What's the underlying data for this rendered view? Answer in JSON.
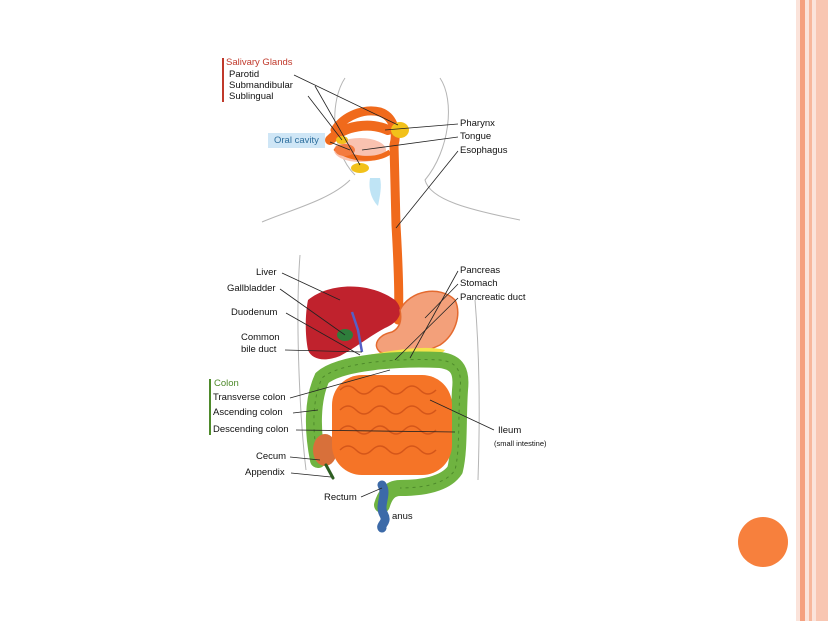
{
  "colors": {
    "stripe_light": "#fbe3da",
    "stripe_accent": "#f5a07f",
    "circle": "#f7803d",
    "salivary_header": "#c0392b",
    "colon_header": "#4e8a2b",
    "oral_bg": "#cfe6f6"
  },
  "salivary": {
    "header": "Salivary Glands",
    "parotid": "Parotid",
    "submandibular": "Submandibular",
    "sublingual": "Sublingual"
  },
  "oral_cavity": "Oral cavity",
  "right_upper": {
    "pharynx": "Pharynx",
    "tongue": "Tongue",
    "esophagus": "Esophagus"
  },
  "left_mid": {
    "liver": "Liver",
    "gallbladder": "Gallbladder",
    "duodenum": "Duodenum",
    "common_bile_duct_1": "Common",
    "common_bile_duct_2": "bile duct"
  },
  "right_mid": {
    "pancreas": "Pancreas",
    "stomach": "Stomach",
    "pancreatic_duct": "Pancreatic duct"
  },
  "colon": {
    "header": "Colon",
    "transverse": "Transverse colon",
    "ascending": "Ascending colon",
    "descending": "Descending colon"
  },
  "lower": {
    "cecum": "Cecum",
    "appendix": "Appendix",
    "rectum": "Rectum",
    "anus": "anus",
    "ileum": "Ileum",
    "ileum_sub": "(small intestine)"
  }
}
